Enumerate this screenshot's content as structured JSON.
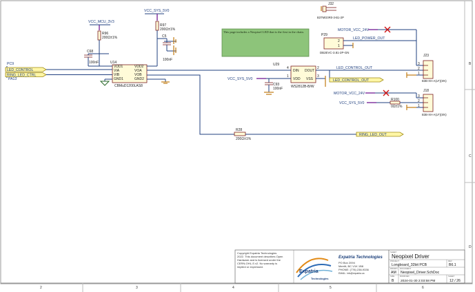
{
  "zones": {
    "bottom": [
      "2",
      "3",
      "4",
      "5",
      "6"
    ],
    "right": [
      "B",
      "C",
      "D"
    ]
  },
  "note": "This page includes a Neopixel LED that is the first in the chain.",
  "power": {
    "vcc_mcu": "VCC_MCU_3V3",
    "vcc_sys_top": "VCC_SYS_5V0",
    "vcc_sys_u29": "VCC_SYS_5V0",
    "vcc_sys_j18": "VCC_SYS_5V0",
    "motor_top": "MOTOR_VCC_24V",
    "motor_mid": "MOTOR_VCC_24V"
  },
  "ports": {
    "led_control": "LED_CONTROL",
    "ring_led_ctrl": "RING_LED_CTRL",
    "led_control_out_net": "LED_CONTROL_OUT",
    "led_control_out_port": "LED_CONTROL_OUT",
    "ring_led_out": "RING_LED_OUT",
    "led_power_out": "LED_POWER_OUT"
  },
  "net_labels": {
    "pc9": "PC9",
    "pa13": "PA13"
  },
  "components": {
    "u14": {
      "ref": "U14",
      "part": "CBMuD1200LAS8",
      "pins_left": [
        "VDD1",
        "VIA",
        "VIB",
        "GND1"
      ],
      "pins_right": [
        "VDD2",
        "VOA",
        "VOB",
        "GND2"
      ],
      "pin_nums_left": [
        "1",
        "2",
        "3",
        "4"
      ],
      "pin_nums_right": [
        "8",
        "7",
        "6",
        "5"
      ]
    },
    "u29": {
      "ref": "U29",
      "part": "WS2812B-B/W",
      "pins_left": [
        "DIN",
        "VDD"
      ],
      "pins_right": [
        "DOUT",
        "VSS"
      ],
      "pin_nums": [
        "4",
        "1",
        "2",
        "3"
      ]
    },
    "c68": {
      "ref": "C68",
      "value": "100nF"
    },
    "c5": {
      "ref": "C5",
      "value": "100nF"
    },
    "c93": {
      "ref": "C93",
      "value": "100nF"
    },
    "r96": {
      "ref": "R96",
      "value": "200Ω±1%"
    },
    "r97": {
      "ref": "R97",
      "value": "200Ω±1%"
    },
    "r28": {
      "ref": "R28",
      "value": "200Ω±1%"
    },
    "r100": {
      "ref": "R100",
      "value": "0Ω±1%"
    },
    "j32": {
      "ref": "J32",
      "part": "B3TMG0R0-3-B1-2P"
    },
    "p29": {
      "ref": "P29",
      "part": "DB2EVC-3.81-2P-GN",
      "pins": [
        "2",
        "1"
      ]
    },
    "j23": {
      "ref": "J23",
      "part": "B3B-XH-A(LF)(SN)",
      "pins": [
        "3",
        "2",
        "1"
      ]
    },
    "j18": {
      "ref": "J18",
      "part": "B3B-XH-A(LF)(SN)",
      "pins": [
        "3",
        "2",
        "1"
      ]
    }
  },
  "title_block": {
    "copyright": [
      "Copyright Expatria Technologies",
      "2022. This document describes Open",
      "Hardware and is licensed under the",
      "CERN-OHL-S v2. No warranty is",
      "implied or expressed."
    ],
    "logo_text": "Expatria",
    "logo_sub": "Technologies",
    "company": "Expatria Technologies",
    "address": [
      "PO Box 2094",
      "Merritt, BC V1K 1B8",
      "PHONE: (778) 238-9336",
      "EMAIL: info@expatria.ca"
    ],
    "sheet_title_label": "SHEET",
    "sheet_title": "Neopixel Driver",
    "project_label": "PROJECT",
    "project": "Longboard_32bit PCB",
    "rev_label": "REV",
    "rev": "B6.1",
    "drawn_label": "DRAWN",
    "drawn": "AM",
    "document_label": "DOCUMENT",
    "document": "Neopixel_Driver.SchDoc",
    "size_label": "SIZE",
    "size": "B",
    "modified_label": "MODIFIED",
    "modified": "2024-01-30 2:03:58 PM",
    "sheet_no_label": "SHEET",
    "sheet_no": "12 / 26"
  },
  "colors": {
    "wire": "#1f3f7f",
    "component_outline": "#7a1f1f",
    "component_fill": "#fffbd8",
    "note_fill": "#8dc47a",
    "ground": "#c07a12",
    "power_rail": "#7b2a9b",
    "port_fill": "#fff6a6",
    "no_connect": "#d01010"
  }
}
